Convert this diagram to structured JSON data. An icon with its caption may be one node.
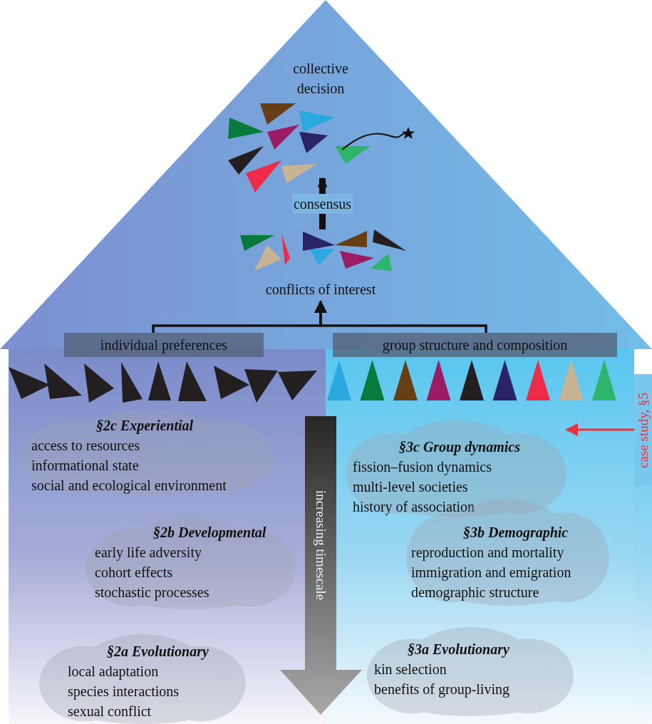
{
  "diagram": {
    "nodes": [
      {
        "text": [
          "collective decision"
        ]
      },
      {
        "text": [],
        "shape": "picture"
      },
      {
        "text": [],
        "shape": "picture"
      },
      {
        "text": [
          "conflicts of interest"
        ]
      },
      {
        "text": [
          "individual preferences"
        ]
      },
      {
        "text": [
          "group structure and composition"
        ]
      },
      {
        "text": [
          "§2c Experiential",
          "access to resources",
          "informational state",
          "social and ecological environment"
        ]
      },
      {
        "text": [
          "§2b Developmental",
          "early life adversity",
          "cohort effects",
          "stochastic processes"
        ]
      },
      {
        "text": [
          "§2a Evolutionary",
          "local adaptation",
          "species interactions",
          "sexual conflict"
        ]
      },
      {
        "text": [
          "§3c Group dynamics",
          "fission–fusion dynamics",
          "multi-level societies",
          "history of association"
        ]
      },
      {
        "text": [
          "§3b Demographic",
          "reproduction and mortality",
          "immigration and emigration",
          "demographic structure"
        ]
      },
      {
        "text": [
          "§3a Evolutionary",
          "kin selection",
          "benefits of group-living"
        ]
      },
      {
        "text": [
          "case study, §5"
        ]
      }
    ],
    "edges": [
      {
        "from": 2,
        "to": 1,
        "arrow": "to",
        "label": "consensus",
        "style": "thick"
      },
      {
        "from": 4,
        "to": 3,
        "arrow": "to"
      },
      {
        "from": 5,
        "to": 3,
        "arrow": "to"
      },
      {
        "from": 12,
        "to": 9,
        "arrow": "to",
        "color": "#e8323c"
      }
    ],
    "labels": [
      "increasing timescale"
    ]
  }
}
